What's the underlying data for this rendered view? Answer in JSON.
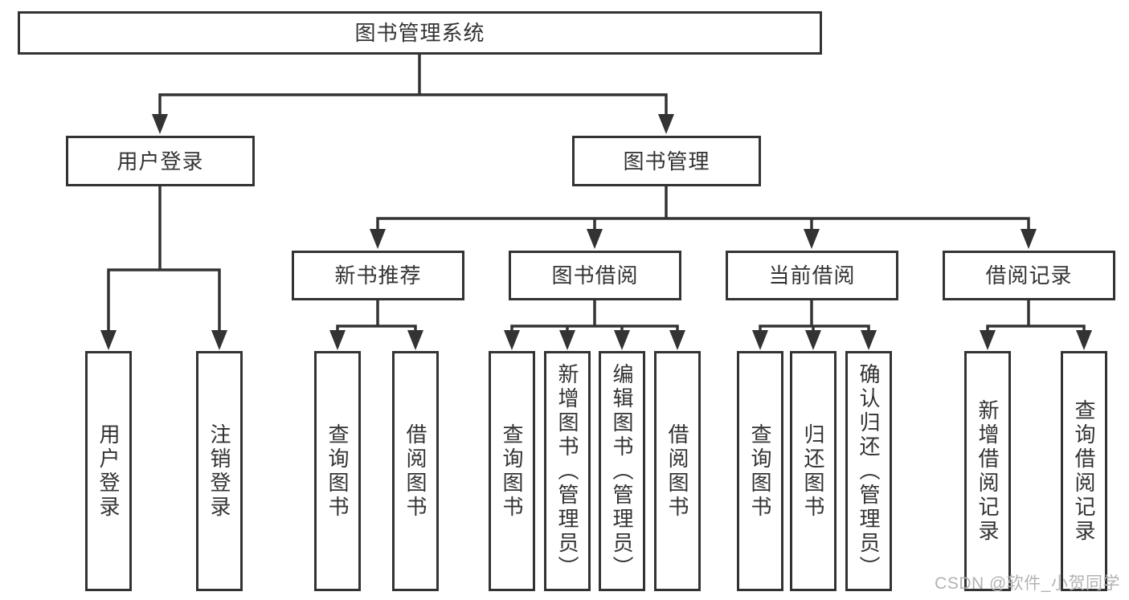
{
  "nodes": {
    "root": "图书管理系统",
    "userLogin": "用户登录",
    "bookManagement": "图书管理",
    "leafUserLogin": "用户登录",
    "leafLogout": "注销登录",
    "newBookRecommend": "新书推荐",
    "bookBorrow": "图书借阅",
    "currentBorrow": "当前借阅",
    "borrowRecords": "借阅记录",
    "recQueryBooks": "查询图书",
    "recBorrowBooks": "借阅图书",
    "bbQueryBooks": "查询图书",
    "bbAddBooks": "新增图书（管理员）",
    "bbEditBooks": "编辑图书（管理员）",
    "bbBorrowBooks": "借阅图书",
    "cbQueryBooks": "查询图书",
    "cbReturnBooks": "归还图书",
    "cbConfirmReturn": "确认归还（管理员）",
    "brAddRecord": "新增借阅记录",
    "brQueryRecord": "查询借阅记录"
  },
  "edges": [
    [
      "root",
      "userLogin"
    ],
    [
      "root",
      "bookManagement"
    ],
    [
      "userLogin",
      "leafUserLogin"
    ],
    [
      "userLogin",
      "leafLogout"
    ],
    [
      "bookManagement",
      "newBookRecommend"
    ],
    [
      "bookManagement",
      "bookBorrow"
    ],
    [
      "bookManagement",
      "currentBorrow"
    ],
    [
      "bookManagement",
      "borrowRecords"
    ],
    [
      "newBookRecommend",
      "recQueryBooks"
    ],
    [
      "newBookRecommend",
      "recBorrowBooks"
    ],
    [
      "bookBorrow",
      "bbQueryBooks"
    ],
    [
      "bookBorrow",
      "bbAddBooks"
    ],
    [
      "bookBorrow",
      "bbEditBooks"
    ],
    [
      "bookBorrow",
      "bbBorrowBooks"
    ],
    [
      "currentBorrow",
      "cbQueryBooks"
    ],
    [
      "currentBorrow",
      "cbReturnBooks"
    ],
    [
      "currentBorrow",
      "cbConfirmReturn"
    ],
    [
      "borrowRecords",
      "brAddRecord"
    ],
    [
      "borrowRecords",
      "brQueryRecord"
    ]
  ],
  "watermark": {
    "text": "CSDN @软件_小贺同学",
    "color": "#b3b3b3"
  },
  "colors": {
    "line": "#333333",
    "box_border": "#333333",
    "text": "#333333",
    "background": "#ffffff"
  }
}
